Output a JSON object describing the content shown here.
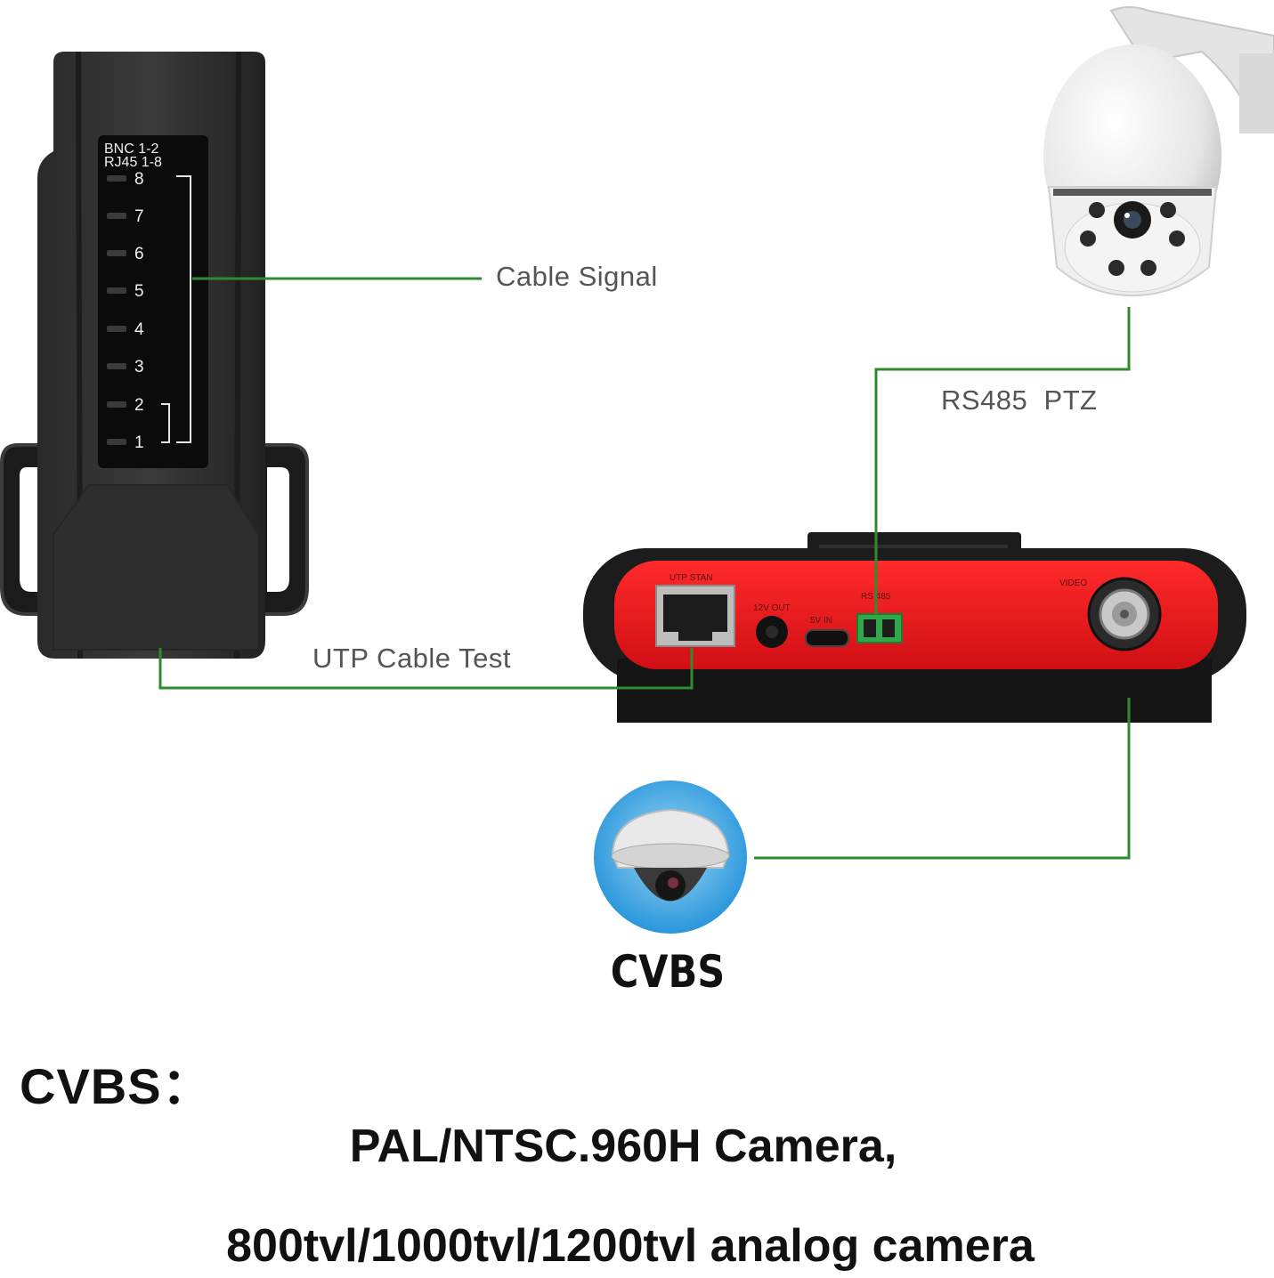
{
  "tester": {
    "panel_line1": "BNC  1-2",
    "panel_line2": "RJ45  1-8",
    "leds": [
      "8",
      "7",
      "6",
      "5",
      "4",
      "3",
      "2",
      "1"
    ]
  },
  "labels": {
    "cable_signal": "Cable Signal",
    "utp_cable_test": "UTP Cable Test",
    "rs485_ptz": "RS485  PTZ"
  },
  "device": {
    "port_utp": "UTP  STAN",
    "port_12v": "12V  OUT",
    "port_5v": "5V  IN",
    "port_rs485": "RS  485",
    "port_video": "VIDEO"
  },
  "cvbs_caption": "CVBS",
  "footer": {
    "title": "CVBS：",
    "line1": "PAL/NTSC.960H Camera,",
    "line2": "800tvl/1000tvl/1200tvl analog camera"
  },
  "colors": {
    "connector_line": "#2e8b2e",
    "device_red": "#e8141c",
    "device_body": "#1a1a1a"
  }
}
